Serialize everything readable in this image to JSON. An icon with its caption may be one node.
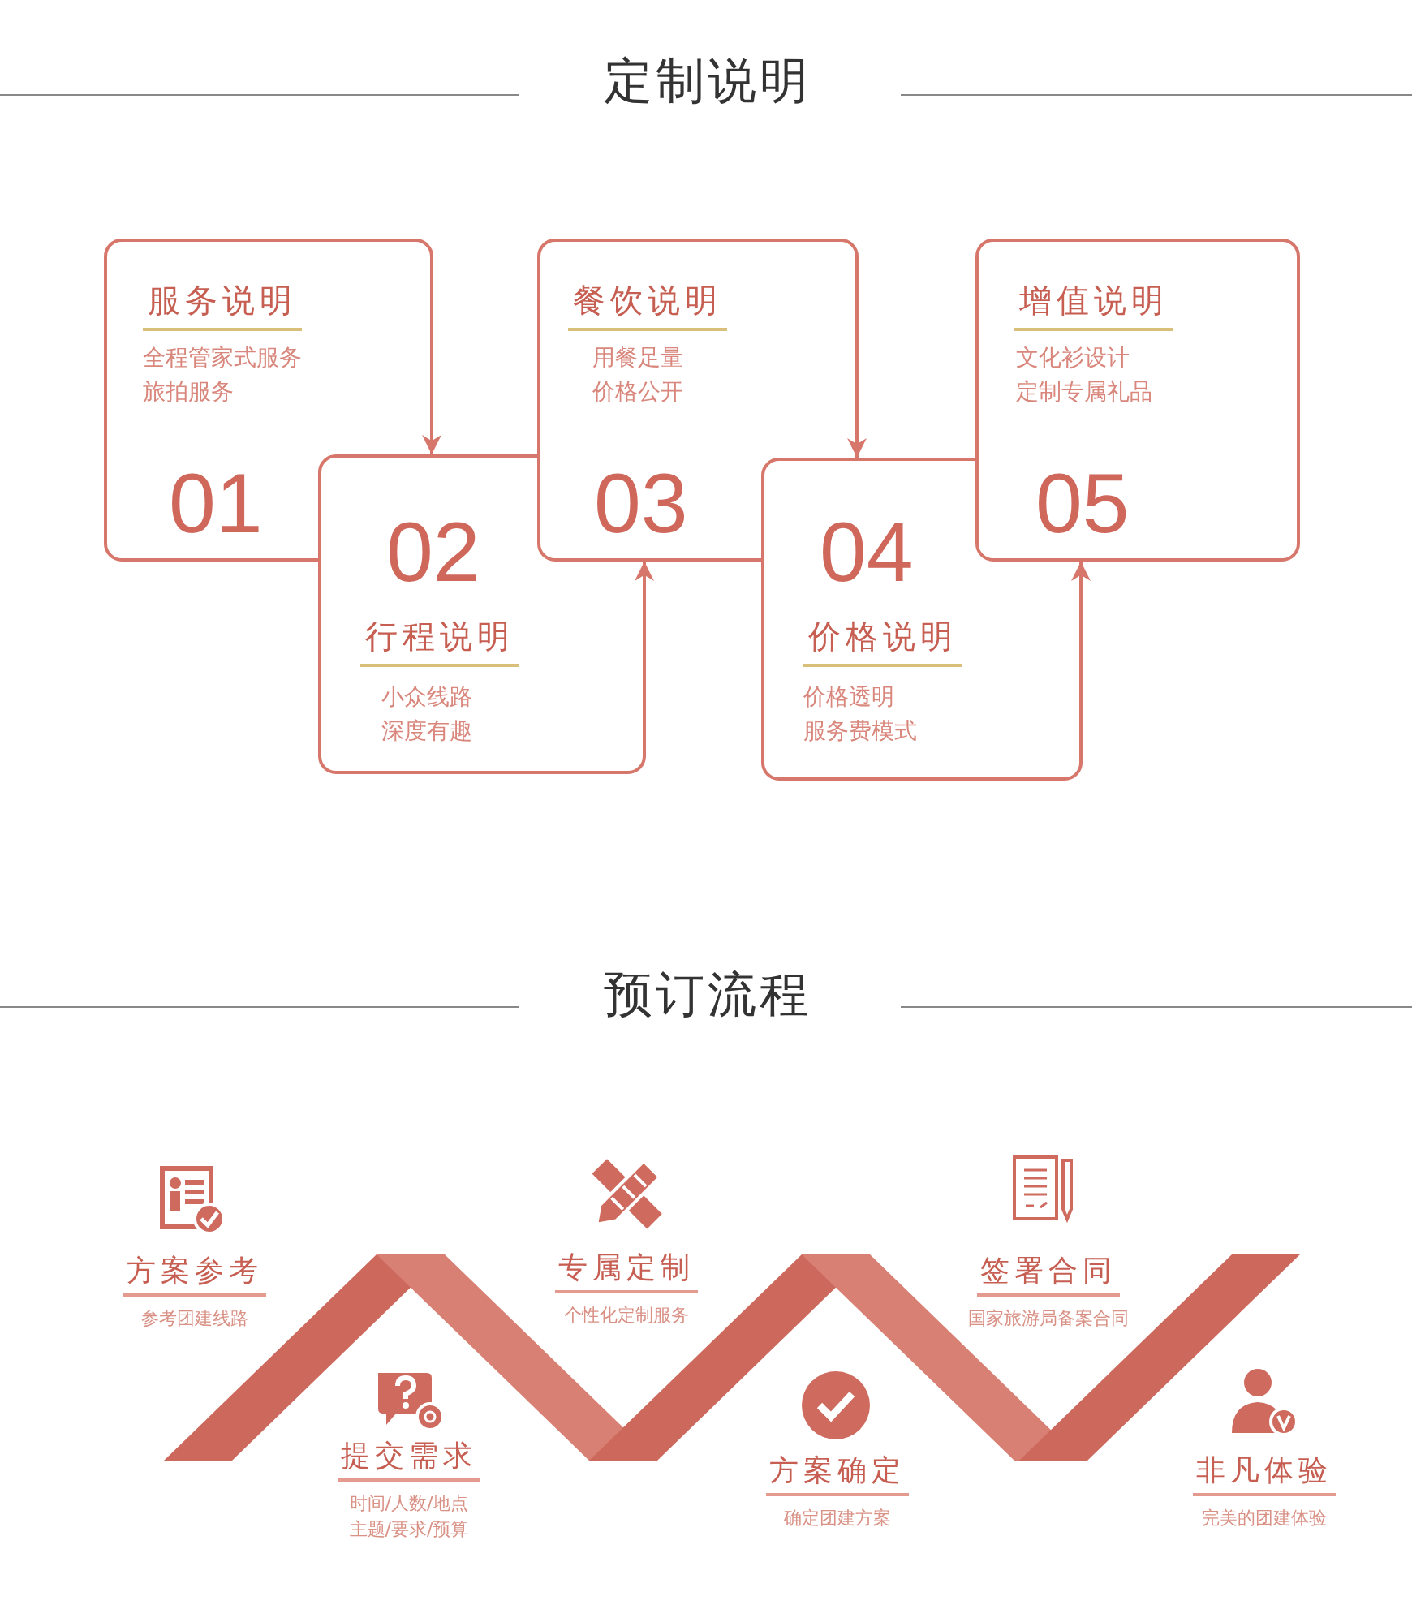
{
  "diagram": {
    "nodes": [
      {
        "text": [
          "服务说明",
          "全程管家式服务",
          "旅拍服务",
          "01"
        ]
      },
      {
        "text": [
          "02",
          "行程说明",
          "小众线路",
          "深度有趣"
        ]
      },
      {
        "text": [
          "餐饮说明",
          "用餐足量",
          "价格公开",
          "03"
        ]
      },
      {
        "text": [
          "04",
          "价格说明",
          "价格透明",
          "服务费模式"
        ]
      },
      {
        "text": [
          "增值说明",
          "文化衫设计",
          "定制专属礼品",
          "05"
        ]
      },
      {
        "text": [
          "方案参考",
          "参考团建线路"
        ]
      },
      {
        "text": [
          "提交需求",
          "时间/人数/地点",
          "主题/要求/预算"
        ]
      },
      {
        "text": [
          "专属定制",
          "个性化定制服务"
        ]
      },
      {
        "text": [
          "方案确定",
          "确定团建方案"
        ]
      },
      {
        "text": [
          "签署合同",
          "国家旅游局备案合同"
        ]
      },
      {
        "text": [
          "非凡体验",
          "完美的团建体验"
        ]
      }
    ],
    "edges": [
      {
        "from": 0,
        "to": 1,
        "arrow": "to"
      },
      {
        "from": 1,
        "to": 2,
        "arrow": "to"
      },
      {
        "from": 2,
        "to": 3,
        "arrow": "to"
      },
      {
        "from": 3,
        "to": 4,
        "arrow": "to"
      }
    ],
    "labels": [
      "定制说明",
      "预订流程"
    ]
  }
}
